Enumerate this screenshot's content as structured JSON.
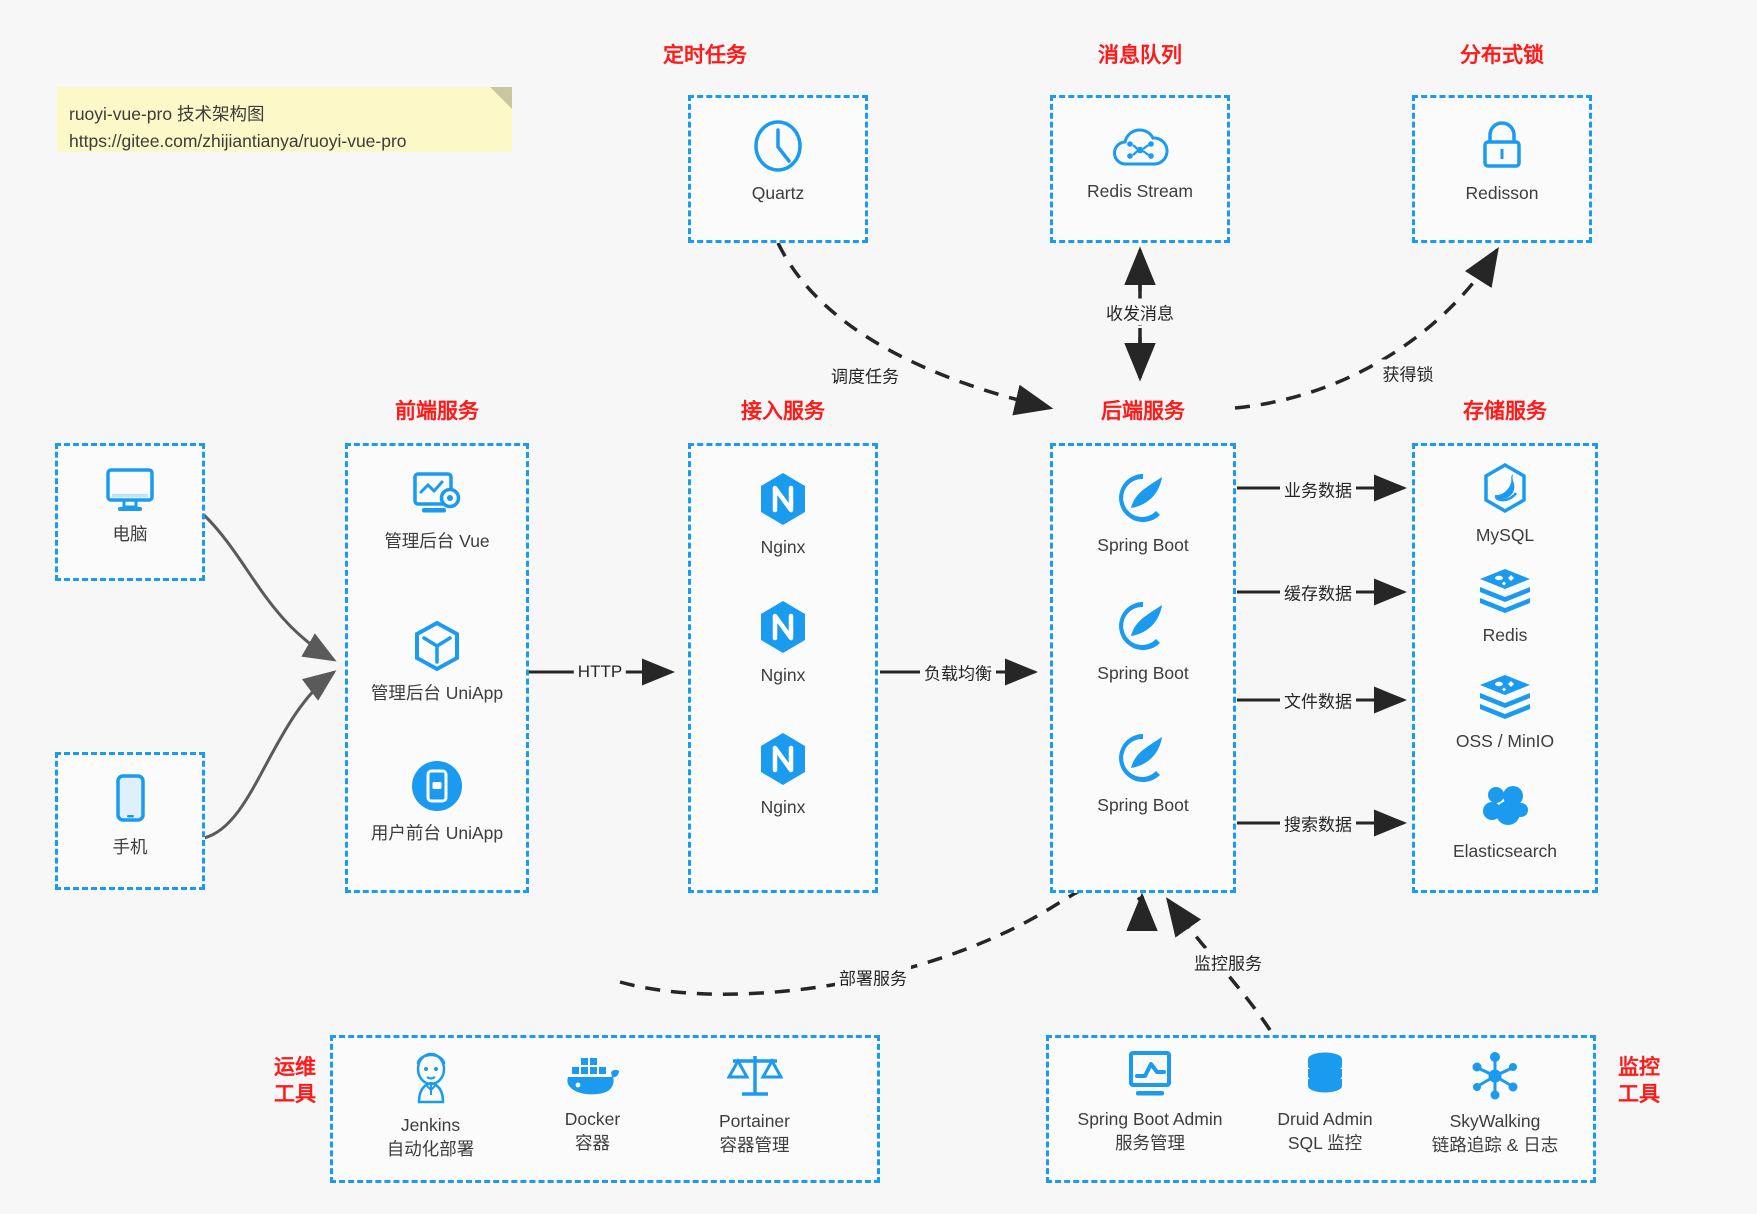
{
  "note": {
    "line1": "ruoyi-vue-pro 技术架构图",
    "line2": "https://gitee.com/zhijiantianya/ruoyi-vue-pro"
  },
  "colors": {
    "accent_blue": "#1a9bf0",
    "title_red": "#ff1a1a",
    "background": "#f7f7f7",
    "note_yellow": "#fcf8c8",
    "text_dark": "#3d3d3d",
    "arrow_dark": "#262626",
    "arrow_gray": "#5a5a5a"
  },
  "groups": {
    "scheduler": {
      "title": "定时任务",
      "items": [
        {
          "label": "Quartz",
          "icon": "clock-icon"
        }
      ]
    },
    "mq": {
      "title": "消息队列",
      "items": [
        {
          "label": "Redis Stream",
          "icon": "cloud-stream-icon"
        }
      ]
    },
    "lock": {
      "title": "分布式锁",
      "items": [
        {
          "label": "Redisson",
          "icon": "lock-icon"
        }
      ]
    },
    "clients": {
      "items": [
        {
          "label": "电脑",
          "icon": "desktop-monitor-icon"
        },
        {
          "label": "手机",
          "icon": "mobile-phone-icon"
        }
      ]
    },
    "frontend": {
      "title": "前端服务",
      "items": [
        {
          "label": "管理后台 Vue",
          "icon": "dashboard-gear-icon"
        },
        {
          "label": "管理后台 UniApp",
          "icon": "hex-cube-icon"
        },
        {
          "label": "用户前台 UniApp",
          "icon": "mobile-circle-icon"
        }
      ]
    },
    "gateway": {
      "title": "接入服务",
      "items": [
        {
          "label": "Nginx",
          "icon": "nginx-icon"
        },
        {
          "label": "Nginx",
          "icon": "nginx-icon"
        },
        {
          "label": "Nginx",
          "icon": "nginx-icon"
        }
      ]
    },
    "backend": {
      "title": "后端服务",
      "items": [
        {
          "label": "Spring Boot",
          "icon": "spring-boot-icon"
        },
        {
          "label": "Spring Boot",
          "icon": "spring-boot-icon"
        },
        {
          "label": "Spring Boot",
          "icon": "spring-boot-icon"
        }
      ]
    },
    "storage": {
      "title": "存储服务",
      "items": [
        {
          "label": "MySQL",
          "icon": "mysql-dolphin-icon"
        },
        {
          "label": "Redis",
          "icon": "redis-stack-icon"
        },
        {
          "label": "OSS / MinIO",
          "icon": "redis-stack-icon"
        },
        {
          "label": "Elasticsearch",
          "icon": "elasticsearch-icon"
        }
      ]
    },
    "devops": {
      "title": "运维\n工具",
      "items": [
        {
          "label": "Jenkins\n自动化部署",
          "icon": "jenkins-butler-icon"
        },
        {
          "label": "Docker\n容器",
          "icon": "docker-whale-icon"
        },
        {
          "label": "Portainer\n容器管理",
          "icon": "scales-icon"
        }
      ]
    },
    "monitor": {
      "title": "监控\n工具",
      "items": [
        {
          "label": "Spring Boot Admin\n服务管理",
          "icon": "monitor-chart-icon"
        },
        {
          "label": "Druid Admin\nSQL 监控",
          "icon": "database-icon"
        },
        {
          "label": "SkyWalking\n链路追踪 & 日志",
          "icon": "skywalking-icon"
        }
      ]
    }
  },
  "edges": {
    "http": "HTTP",
    "load_balance": "负载均衡",
    "schedule_task": "调度任务",
    "send_receive_message": "收发消息",
    "acquire_lock": "获得锁",
    "business_data": "业务数据",
    "cache_data": "缓存数据",
    "file_data": "文件数据",
    "search_data": "搜索数据",
    "deploy_service": "部署服务",
    "monitor_service": "监控服务"
  }
}
